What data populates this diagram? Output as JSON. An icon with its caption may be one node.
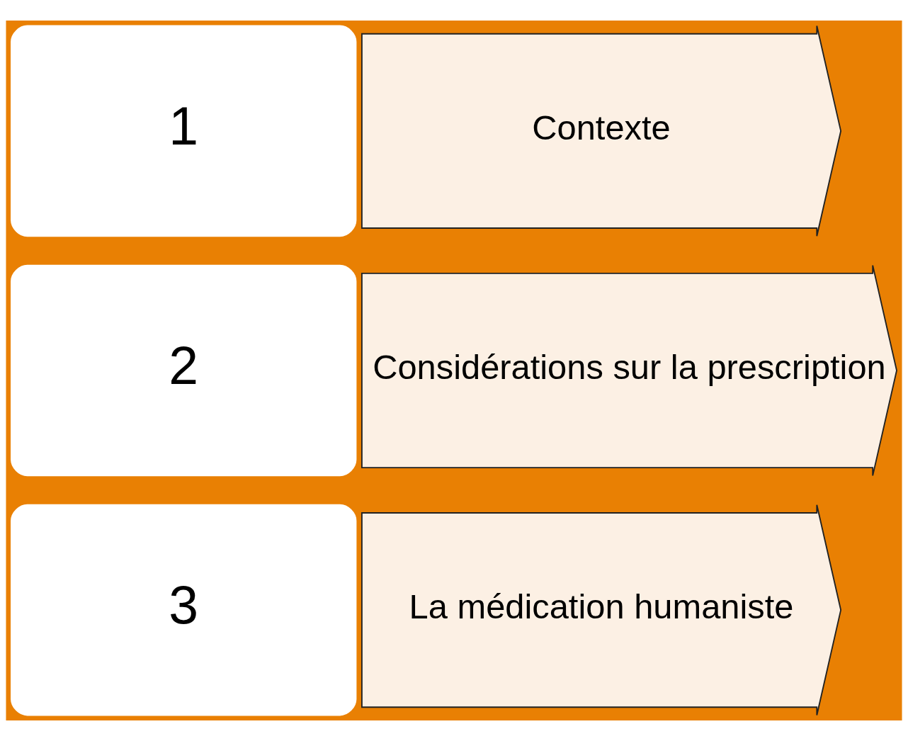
{
  "diagram": {
    "nodes": [
      {
        "text": [
          "1"
        ]
      },
      {
        "text": [
          "Contexte"
        ]
      },
      {
        "text": [
          "2"
        ]
      },
      {
        "text": [
          "Considérations sur la prescription"
        ]
      },
      {
        "text": [
          "3"
        ]
      },
      {
        "text": [
          "La médication humaniste"
        ]
      }
    ]
  }
}
